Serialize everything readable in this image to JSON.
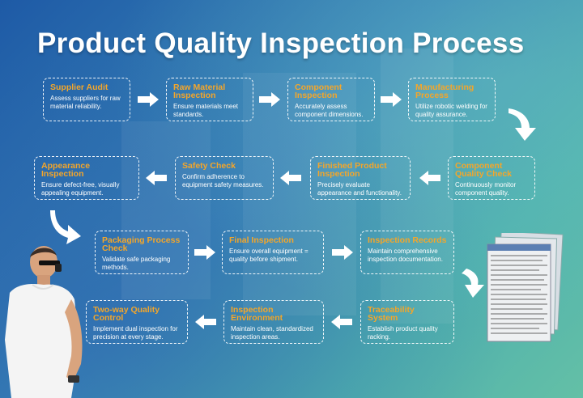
{
  "title": "Product Quality Inspection Process",
  "steps": [
    {
      "title": "Supplier Audit",
      "desc": "Assess suppliers for raw material reliability."
    },
    {
      "title": "Raw Material Inspection",
      "desc": "Ensure materials meet standards."
    },
    {
      "title": "Component Inspection",
      "desc": "Accurately assess component dimensions."
    },
    {
      "title": "Manufacturing Process",
      "desc": "Utilize robotic welding for quality assurance."
    },
    {
      "title": "Component Quality Check",
      "desc": "Continuously monitor component quality."
    },
    {
      "title": "Finished Product Inspection",
      "desc": "Precisely evaluate appearance and functionality."
    },
    {
      "title": "Safety Check",
      "desc": "Confirm adherence to equipment safety measures."
    },
    {
      "title": "Appearance Inspection",
      "desc": "Ensure defect-free, visually appealing equipment."
    },
    {
      "title": "Packaging Process Check",
      "desc": "Validate safe packaging methods."
    },
    {
      "title": "Final Inspection",
      "desc": "Ensure overall equipment = quality before shipment."
    },
    {
      "title": "Inspection Records",
      "desc": "Maintain comprehensive inspection documentation."
    },
    {
      "title": "Traceability System",
      "desc": "Establish product quality racking."
    },
    {
      "title": "Inspection Environment",
      "desc": "Maintain clean, standardized inspection areas."
    },
    {
      "title": "Two-way Quality Control",
      "desc": "Implement dual inspection for precision at every stage."
    }
  ],
  "colors": {
    "accent": "#f4a62a",
    "text": "#ffffff"
  },
  "icons": [
    "arrow-right-icon",
    "arrow-left-icon",
    "curved-arrow-down-icon",
    "inspector-person-illustration",
    "document-stack-illustration"
  ]
}
